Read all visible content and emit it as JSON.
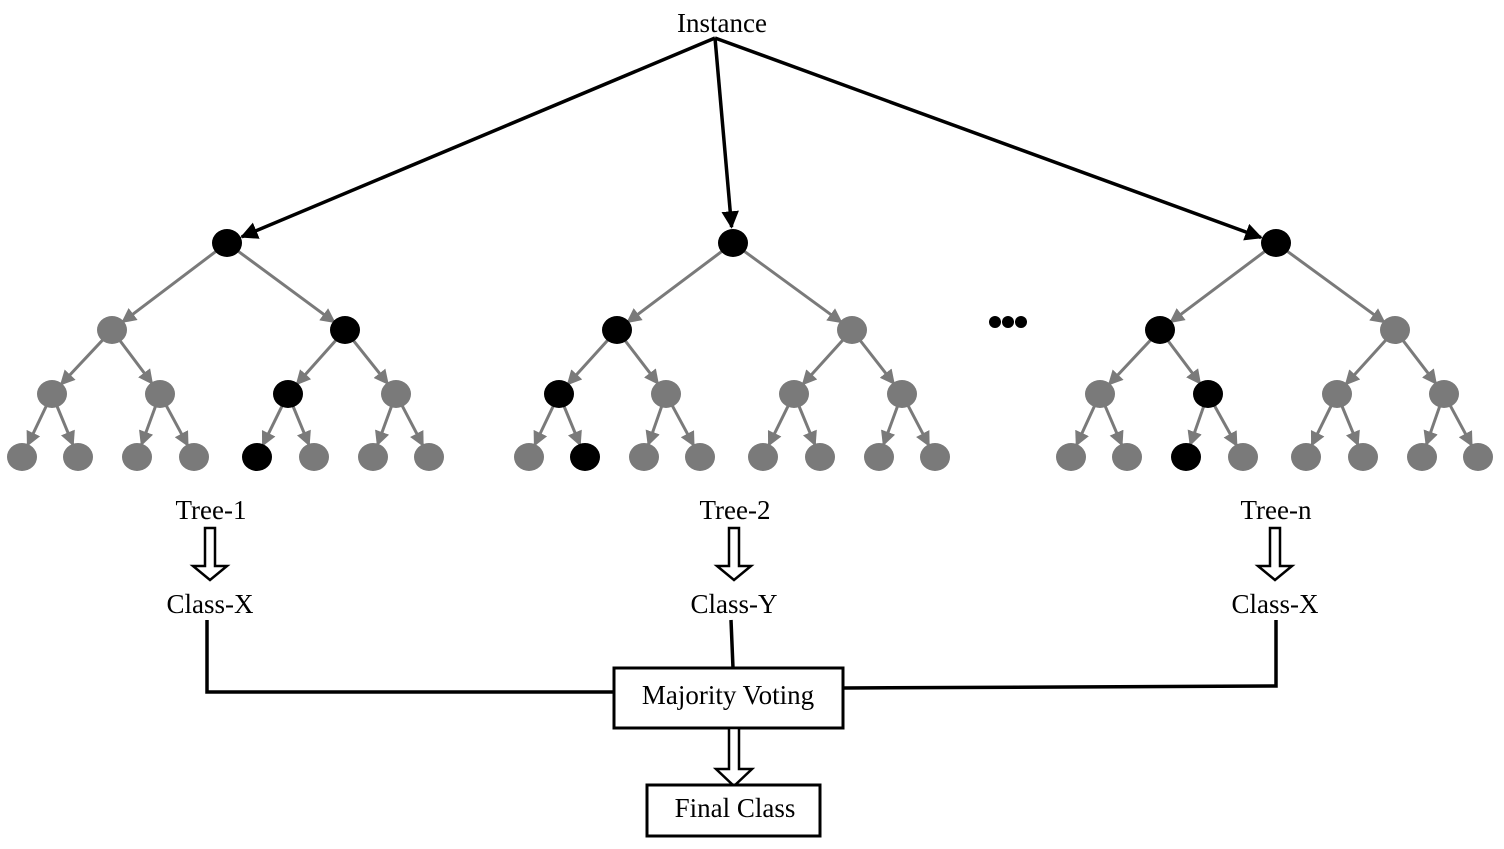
{
  "instance_label": "Instance",
  "ellipsis": "•••",
  "trees": [
    {
      "name": "Tree-1",
      "output": "Class-X",
      "path": [
        0,
        1,
        0,
        0
      ]
    },
    {
      "name": "Tree-2",
      "output": "Class-Y",
      "path": [
        0,
        0,
        0,
        1
      ]
    },
    {
      "name": "Tree-n",
      "output": "Class-X",
      "path": [
        0,
        0,
        1,
        0
      ]
    }
  ],
  "voting_label": "Majority Voting",
  "final_label": "Final Class",
  "colors": {
    "path_node": "#000000",
    "other_node": "#7a7a7a"
  }
}
